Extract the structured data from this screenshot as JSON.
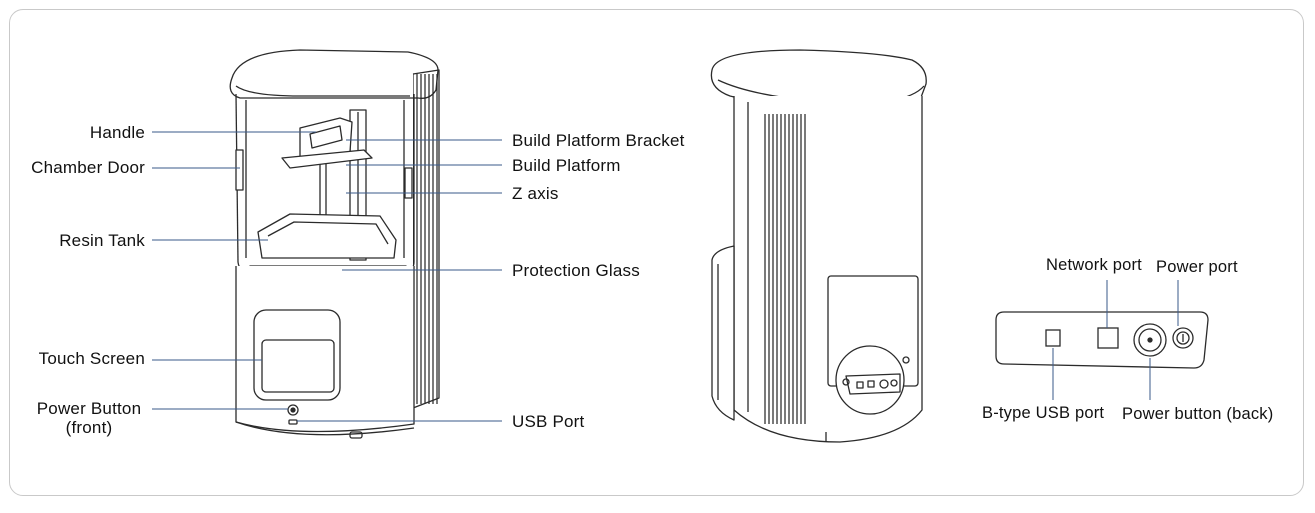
{
  "front_view": {
    "labels": {
      "handle": "Handle",
      "chamber_door": "Chamber Door",
      "resin_tank": "Resin Tank",
      "touch_screen": "Touch Screen",
      "power_button_line1": "Power Button",
      "power_button_line2": "(front)",
      "build_platform_bracket": "Build Platform Bracket",
      "build_platform": "Build Platform",
      "z_axis": "Z axis",
      "protection_glass": "Protection Glass",
      "usb_port": "USB Port"
    }
  },
  "port_panel": {
    "labels": {
      "network_port": "Network port",
      "power_port": "Power port",
      "b_type_usb_port": "B-type USB port",
      "power_button_back": "Power button (back)"
    }
  },
  "colors": {
    "line": "#2b2b2b",
    "leader": "#3a5a8a",
    "frame": "#c9c9c9"
  }
}
